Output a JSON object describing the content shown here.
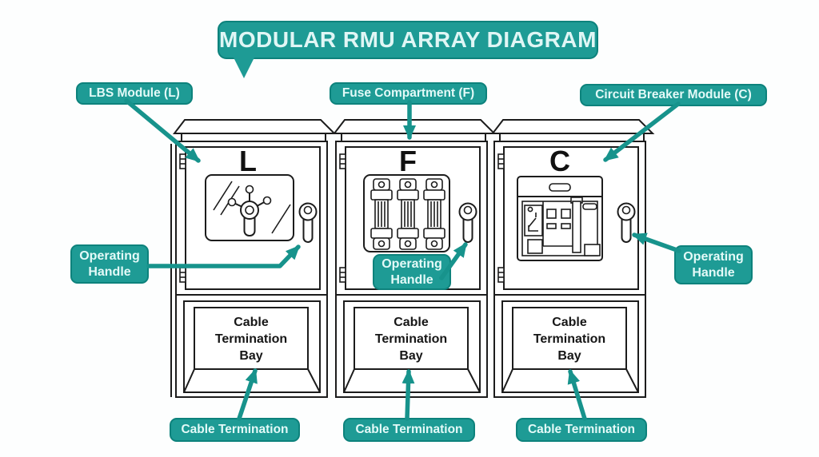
{
  "title": "MODULAR RMU ARRAY DIAGRAM",
  "callouts": {
    "lbs_module": "LBS Module (L)",
    "fuse_compartment": "Fuse Compartment (F)",
    "circuit_breaker_module": "Circuit Breaker Module (C)",
    "operating_handle": {
      "line1": "Operating",
      "line2": "Handle"
    },
    "cable_termination": "Cable Termination"
  },
  "modules": [
    {
      "letter": "L",
      "bay_line1": "Cable",
      "bay_line2": "Termination",
      "bay_line3": "Bay"
    },
    {
      "letter": "F",
      "bay_line1": "Cable",
      "bay_line2": "Termination",
      "bay_line3": "Bay"
    },
    {
      "letter": "C",
      "bay_line1": "Cable",
      "bay_line2": "Termination",
      "bay_line3": "Bay"
    }
  ],
  "colors": {
    "teal_fill": "#1e9b95",
    "teal_border": "#0d827c",
    "arrow": "#17938c",
    "label_text": "#e4faf8",
    "line_art": "#1c1c1c",
    "background": "#fdfefe"
  }
}
